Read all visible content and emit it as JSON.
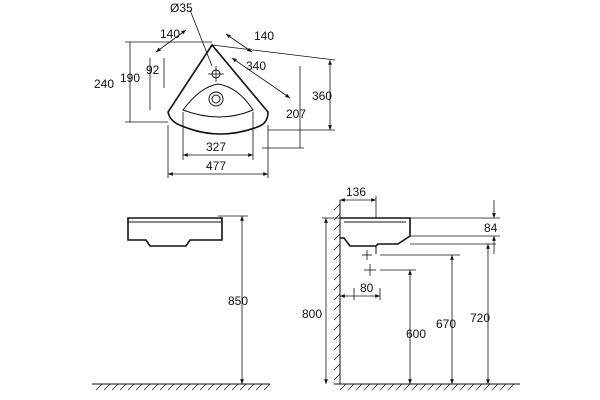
{
  "dimensions": {
    "drain_diameter": "Ø35",
    "corner_left_140": "140",
    "corner_right_140": "140",
    "left_92": "92",
    "left_190": "190",
    "left_240": "240",
    "diag_340": "340",
    "right_360": "360",
    "right_207": "207",
    "inner_width_327": "327",
    "outer_width_477": "477",
    "front_height_850": "850",
    "side_depth_136": "136",
    "side_top_84": "84",
    "side_80": "80",
    "side_800": "800",
    "side_600": "600",
    "side_670": "670",
    "side_720": "720"
  }
}
